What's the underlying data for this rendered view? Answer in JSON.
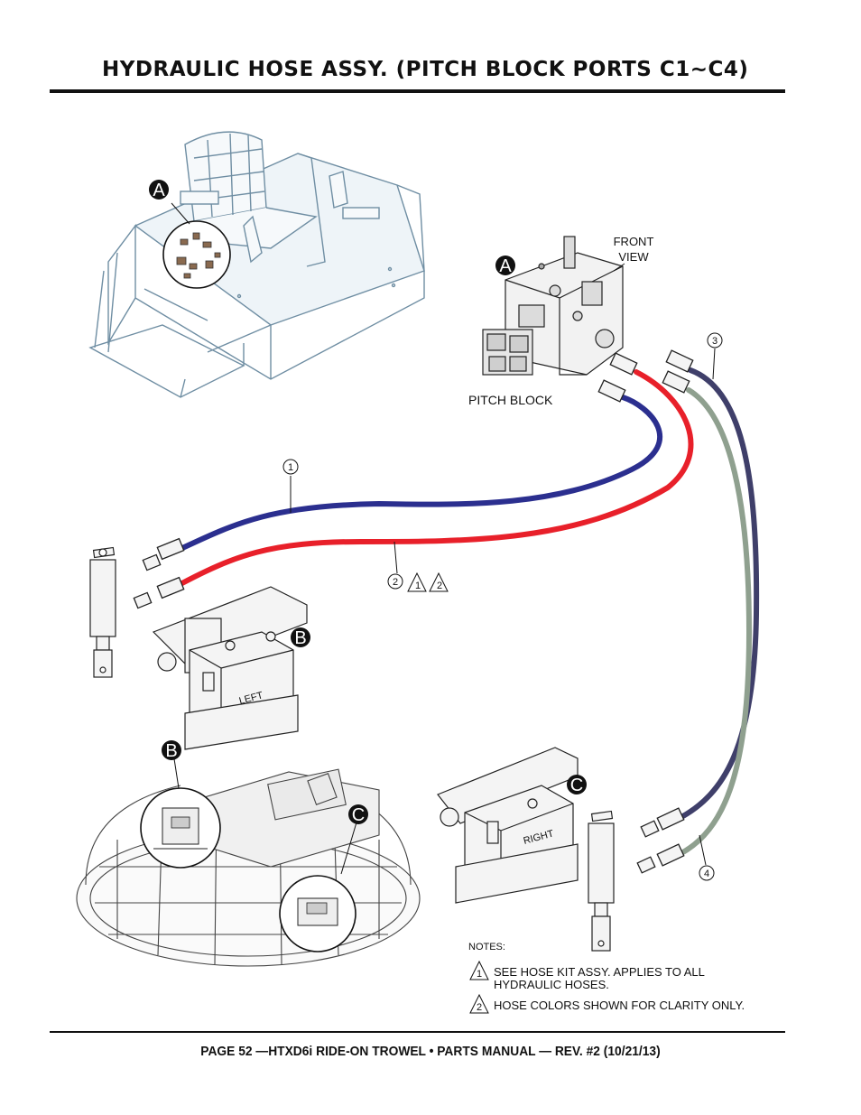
{
  "header": {
    "title": "HYDRAULIC HOSE ASSY. (PITCH BLOCK PORTS C1~C4)"
  },
  "footer": {
    "text": "PAGE 52 —HTXD6i RIDE-ON TROWEL • PARTS MANUAL — REV. #2 (10/21/13)"
  },
  "labels": {
    "front_view_line1": "FRONT",
    "front_view_line2": "VIEW",
    "pitch_block": "PITCH BLOCK",
    "left": "LEFT",
    "right": "RIGHT"
  },
  "callouts": {
    "a_top": "A",
    "a_block": "A",
    "b_left": "B",
    "b_trowel": "B",
    "c_right": "C",
    "c_trowel": "C"
  },
  "item_numbers": {
    "hose1": "1",
    "hose2": "2",
    "hose3": "3",
    "hose4": "4",
    "tri1": "1",
    "tri2": "2"
  },
  "notes": {
    "heading": "NOTES:",
    "note1_num": "1",
    "note1_line1": "SEE HOSE KIT ASSY.  APPLIES TO ALL",
    "note1_line2": "HYDRAULIC HOSES.",
    "note2_num": "2",
    "note2_line1": "HOSE COLORS SHOWN FOR CLARITY ONLY."
  },
  "colors": {
    "hose1": "#2b2f8f",
    "hose2": "#e8202a",
    "hose3": "#3f3f6a",
    "hose4": "#8fa08f",
    "frame": "#9ab3c4"
  }
}
